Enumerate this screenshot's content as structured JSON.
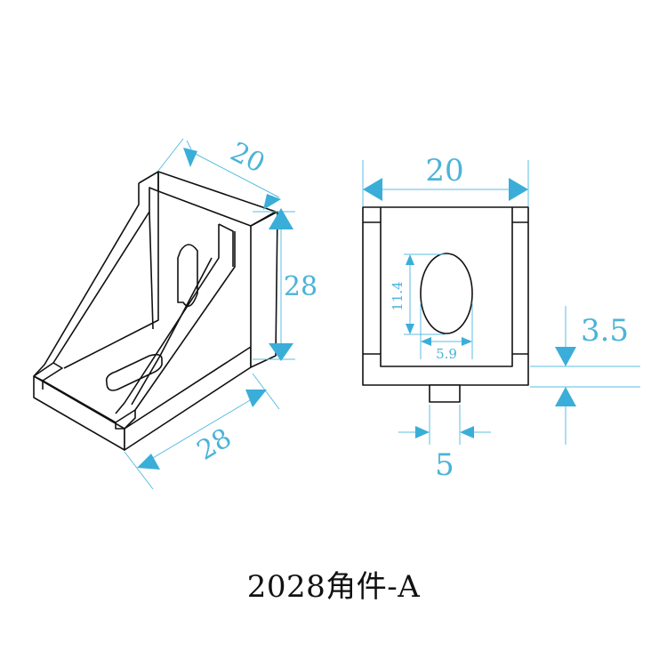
{
  "title": "2028角件-A",
  "colors": {
    "dimension": "#3aaed8",
    "outline": "#111111"
  },
  "iso_view": {
    "dim_width": "20",
    "dim_height": "28",
    "dim_depth": "28"
  },
  "front_view": {
    "dim_width": "20",
    "dim_slot_length": "11.4",
    "dim_slot_width": "5.9",
    "dim_base_thickness": "3.5",
    "dim_tab_width": "5"
  }
}
